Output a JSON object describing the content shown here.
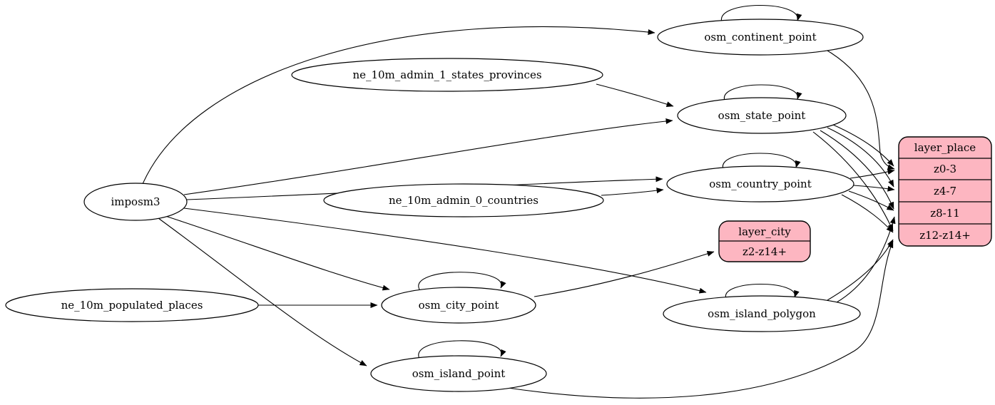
{
  "diagram": {
    "kind": "etl-graph",
    "colors": {
      "background": "#ffffff",
      "table_node_fill": "#ffffff",
      "layer_node_fill": "#fdb6c1",
      "stroke": "#000000"
    },
    "nodes": {
      "imposm3": {
        "label": "imposm3",
        "shape": "ellipse"
      },
      "ne_10m_admin_1_states_provinces": {
        "label": "ne_10m_admin_1_states_provinces",
        "shape": "ellipse"
      },
      "ne_10m_admin_0_countries": {
        "label": "ne_10m_admin_0_countries",
        "shape": "ellipse"
      },
      "ne_10m_populated_places": {
        "label": "ne_10m_populated_places",
        "shape": "ellipse"
      },
      "osm_continent_point": {
        "label": "osm_continent_point",
        "shape": "ellipse",
        "self_loop": true
      },
      "osm_state_point": {
        "label": "osm_state_point",
        "shape": "ellipse",
        "self_loop": true
      },
      "osm_country_point": {
        "label": "osm_country_point",
        "shape": "ellipse",
        "self_loop": true
      },
      "osm_city_point": {
        "label": "osm_city_point",
        "shape": "ellipse",
        "self_loop": true
      },
      "osm_island_polygon": {
        "label": "osm_island_polygon",
        "shape": "ellipse",
        "self_loop": true
      },
      "osm_island_point": {
        "label": "osm_island_point",
        "shape": "ellipse",
        "self_loop": true
      },
      "layer_city": {
        "label": "layer_city",
        "shape": "record",
        "rows": [
          "z2-z14+"
        ]
      },
      "layer_place": {
        "label": "layer_place",
        "shape": "record",
        "rows": [
          "z0-3",
          "z4-7",
          "z8-11",
          "z12-z14+"
        ]
      }
    },
    "edges": [
      {
        "from": "imposm3",
        "to": "osm_continent_point"
      },
      {
        "from": "imposm3",
        "to": "osm_state_point"
      },
      {
        "from": "imposm3",
        "to": "osm_country_point"
      },
      {
        "from": "imposm3",
        "to": "osm_city_point"
      },
      {
        "from": "imposm3",
        "to": "osm_island_polygon"
      },
      {
        "from": "imposm3",
        "to": "osm_island_point"
      },
      {
        "from": "ne_10m_admin_1_states_provinces",
        "to": "osm_state_point"
      },
      {
        "from": "ne_10m_admin_0_countries",
        "to": "osm_country_point"
      },
      {
        "from": "ne_10m_populated_places",
        "to": "osm_city_point"
      },
      {
        "from": "osm_continent_point",
        "to": "osm_continent_point"
      },
      {
        "from": "osm_state_point",
        "to": "osm_state_point"
      },
      {
        "from": "osm_country_point",
        "to": "osm_country_point"
      },
      {
        "from": "osm_city_point",
        "to": "osm_city_point"
      },
      {
        "from": "osm_island_polygon",
        "to": "osm_island_polygon"
      },
      {
        "from": "osm_island_point",
        "to": "osm_island_point"
      },
      {
        "from": "osm_continent_point",
        "to": "layer_place:z0-3"
      },
      {
        "from": "osm_state_point",
        "to": "layer_place:z0-3"
      },
      {
        "from": "osm_state_point",
        "to": "layer_place:z4-7"
      },
      {
        "from": "osm_state_point",
        "to": "layer_place:z8-11"
      },
      {
        "from": "osm_state_point",
        "to": "layer_place:z12-z14+"
      },
      {
        "from": "osm_country_point",
        "to": "layer_place:z0-3"
      },
      {
        "from": "osm_country_point",
        "to": "layer_place:z4-7"
      },
      {
        "from": "osm_country_point",
        "to": "layer_place:z8-11"
      },
      {
        "from": "osm_country_point",
        "to": "layer_place:z12-z14+"
      },
      {
        "from": "osm_city_point",
        "to": "layer_city:z2-z14+"
      },
      {
        "from": "osm_island_polygon",
        "to": "layer_place:z8-11"
      },
      {
        "from": "osm_island_polygon",
        "to": "layer_place:z12-z14+"
      },
      {
        "from": "osm_island_point",
        "to": "layer_place:z12-z14+"
      }
    ]
  }
}
